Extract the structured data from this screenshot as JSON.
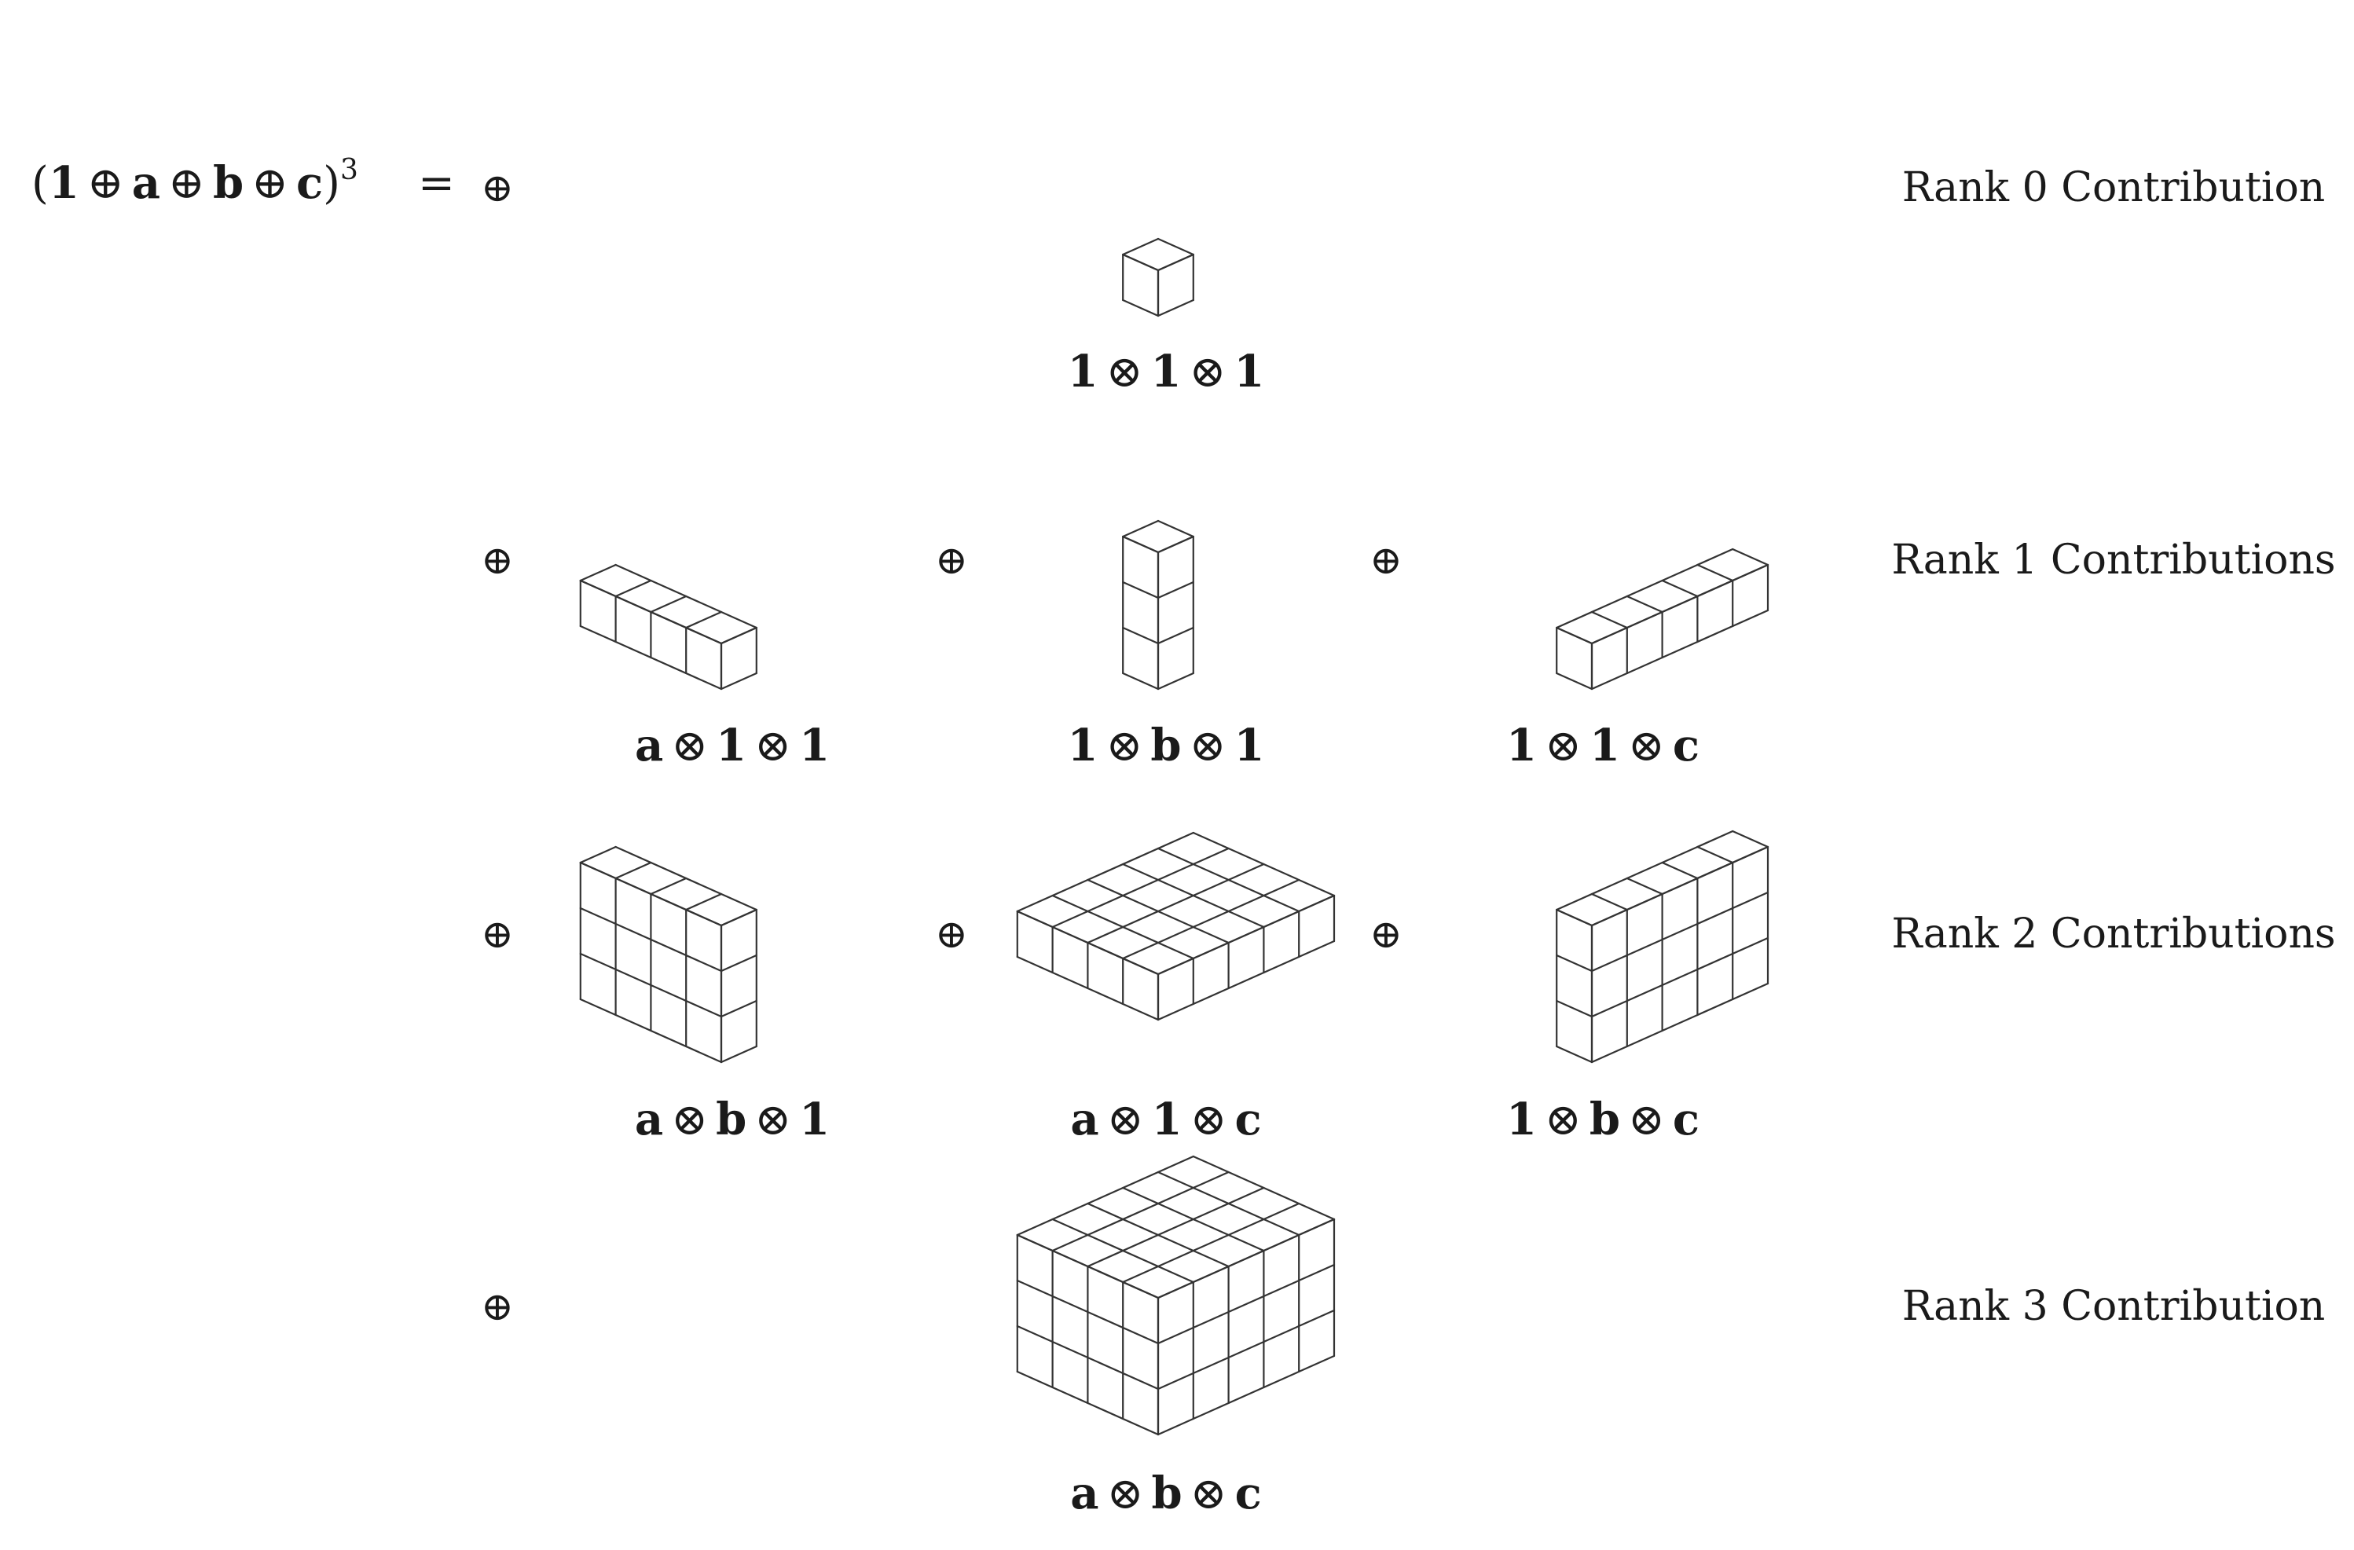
{
  "equation": {
    "lhs_open": "(",
    "lhs_terms": [
      "1",
      "a",
      "b",
      "c"
    ],
    "lhs_op": "⊕",
    "lhs_close": ")",
    "lhs_exponent": "3",
    "equals": "=",
    "oplus": "⊕"
  },
  "rank_labels": {
    "rank0": "Rank 0 Contribution",
    "rank1": "Rank 1 Contributions",
    "rank2": "Rank 2 Contributions",
    "rank3": "Rank 3 Contribution"
  },
  "tensor_op": "⊗",
  "terms": [
    {
      "id": "t-1-1-1",
      "rank": 0,
      "factors": [
        "1",
        "1",
        "1"
      ],
      "dims": {
        "a": 1,
        "b": 1,
        "c": 1
      }
    },
    {
      "id": "t-a-1-1",
      "rank": 1,
      "factors": [
        "a",
        "1",
        "1"
      ],
      "dims": {
        "a": 4,
        "b": 1,
        "c": 1
      }
    },
    {
      "id": "t-1-b-1",
      "rank": 1,
      "factors": [
        "1",
        "b",
        "1"
      ],
      "dims": {
        "a": 1,
        "b": 3,
        "c": 1
      }
    },
    {
      "id": "t-1-1-c",
      "rank": 1,
      "factors": [
        "1",
        "1",
        "c"
      ],
      "dims": {
        "a": 1,
        "b": 1,
        "c": 5
      }
    },
    {
      "id": "t-a-b-1",
      "rank": 2,
      "factors": [
        "a",
        "b",
        "1"
      ],
      "dims": {
        "a": 4,
        "b": 3,
        "c": 1
      }
    },
    {
      "id": "t-a-1-c",
      "rank": 2,
      "factors": [
        "a",
        "1",
        "c"
      ],
      "dims": {
        "a": 4,
        "b": 1,
        "c": 5
      }
    },
    {
      "id": "t-1-b-c",
      "rank": 2,
      "factors": [
        "1",
        "b",
        "c"
      ],
      "dims": {
        "a": 1,
        "b": 3,
        "c": 5
      }
    },
    {
      "id": "t-a-b-c",
      "rank": 3,
      "factors": [
        "a",
        "b",
        "c"
      ],
      "dims": {
        "a": 4,
        "b": 3,
        "c": 5
      }
    }
  ]
}
